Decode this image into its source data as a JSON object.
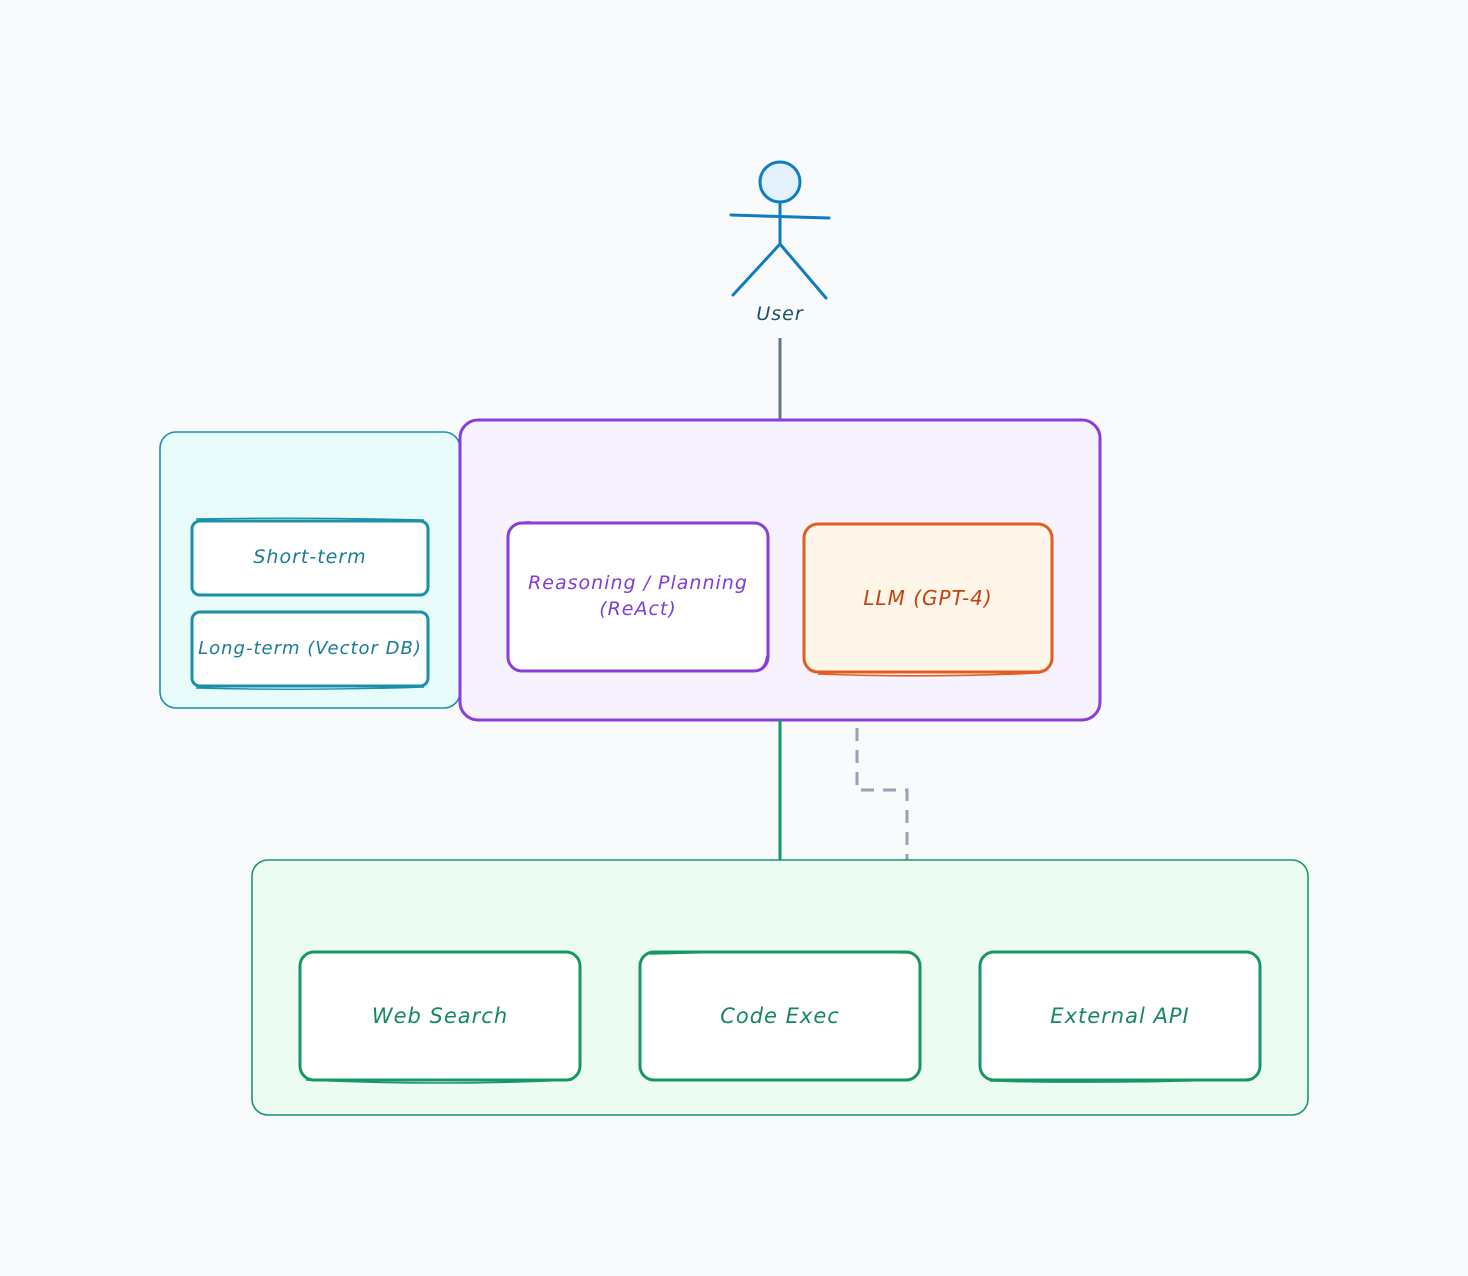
{
  "actor": {
    "label": "User",
    "icon": "stick-figure-icon",
    "color": "#0e7cc2"
  },
  "memory": {
    "items": [
      {
        "label": "Short-term"
      },
      {
        "label": "Long-term (Vector DB)"
      }
    ],
    "stroke": "#1a8fa8",
    "fill": "#e8fcfc"
  },
  "agent_core": {
    "items": [
      {
        "label": "Reasoning / Planning\n(ReAct)",
        "stroke": "#8a3ed9"
      },
      {
        "label": "LLM (GPT-4)",
        "stroke": "#e35d1f",
        "fill": "#fff6ea"
      }
    ],
    "stroke": "#8a3ed9",
    "fill": "#f6f3fe"
  },
  "tools": {
    "items": [
      {
        "label": "Web Search"
      },
      {
        "label": "Code Exec"
      },
      {
        "label": "External API"
      }
    ],
    "stroke": "#18966a",
    "fill": "#edfcf2"
  },
  "connectors": {
    "user_to_core": "#64748b",
    "core_to_tools": "#18966a",
    "dashed": "#94a3b8"
  }
}
